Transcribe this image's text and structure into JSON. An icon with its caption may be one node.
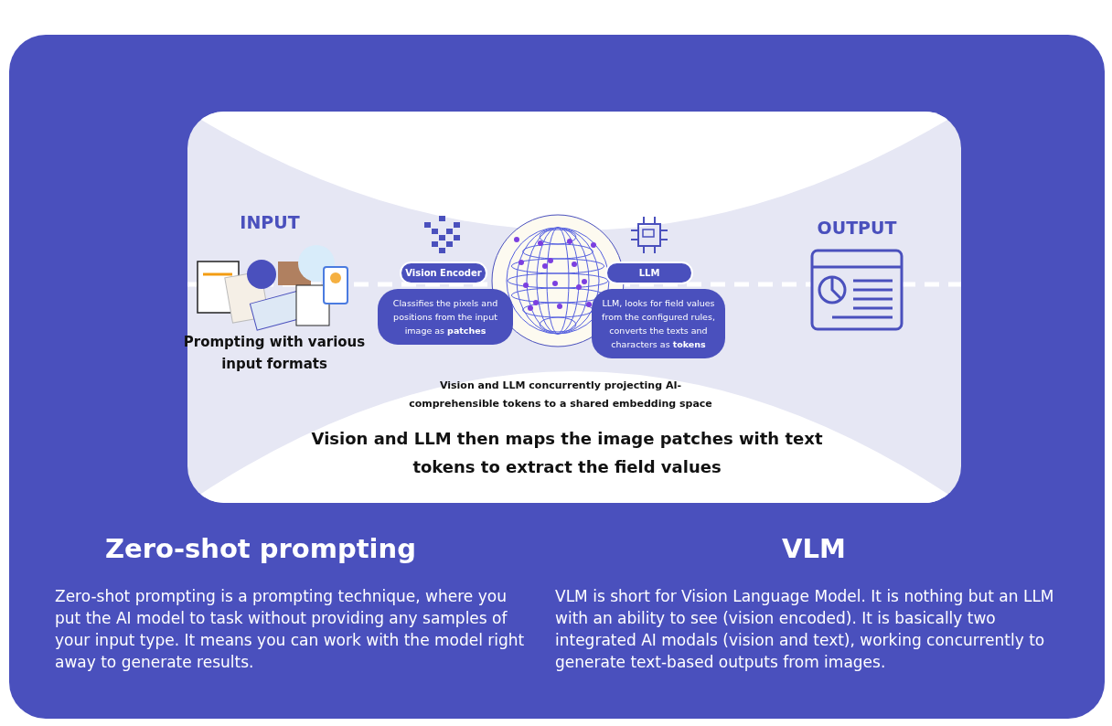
{
  "diagram": {
    "nodes": [
      {
        "text": [
          "Vision Encoder"
        ]
      },
      {
        "text": [
          "Classifies the pixels and positions from the input image as **patches**"
        ]
      },
      {
        "text": [
          "LLM"
        ]
      },
      {
        "text": [
          "LLM, looks for field values from the configured rules, converts the texts and characters as **tokens**"
        ]
      }
    ],
    "edges": [],
    "labels": [
      "INPUT",
      "Prompting with various input formats",
      "OUTPUT",
      "Vision and LLM concurrently projecting AI-comprehensible tokens to a shared embedding space",
      "Vision and LLM then maps the image patches with text tokens to extract the field values",
      "Zero-shot prompting",
      "Zero-shot prompting is a prompting technique, where you put the AI model to task without providing any samples of your input type. It means you can work with the model right away to generate results.",
      "VLM",
      "VLM is short for Vision Language Model. It is nothing but an LLM with an ability to see (vision encoded). It is basically two integrated AI modals (vision and text), working concurrently to generate text-based outputs from images."
    ]
  }
}
